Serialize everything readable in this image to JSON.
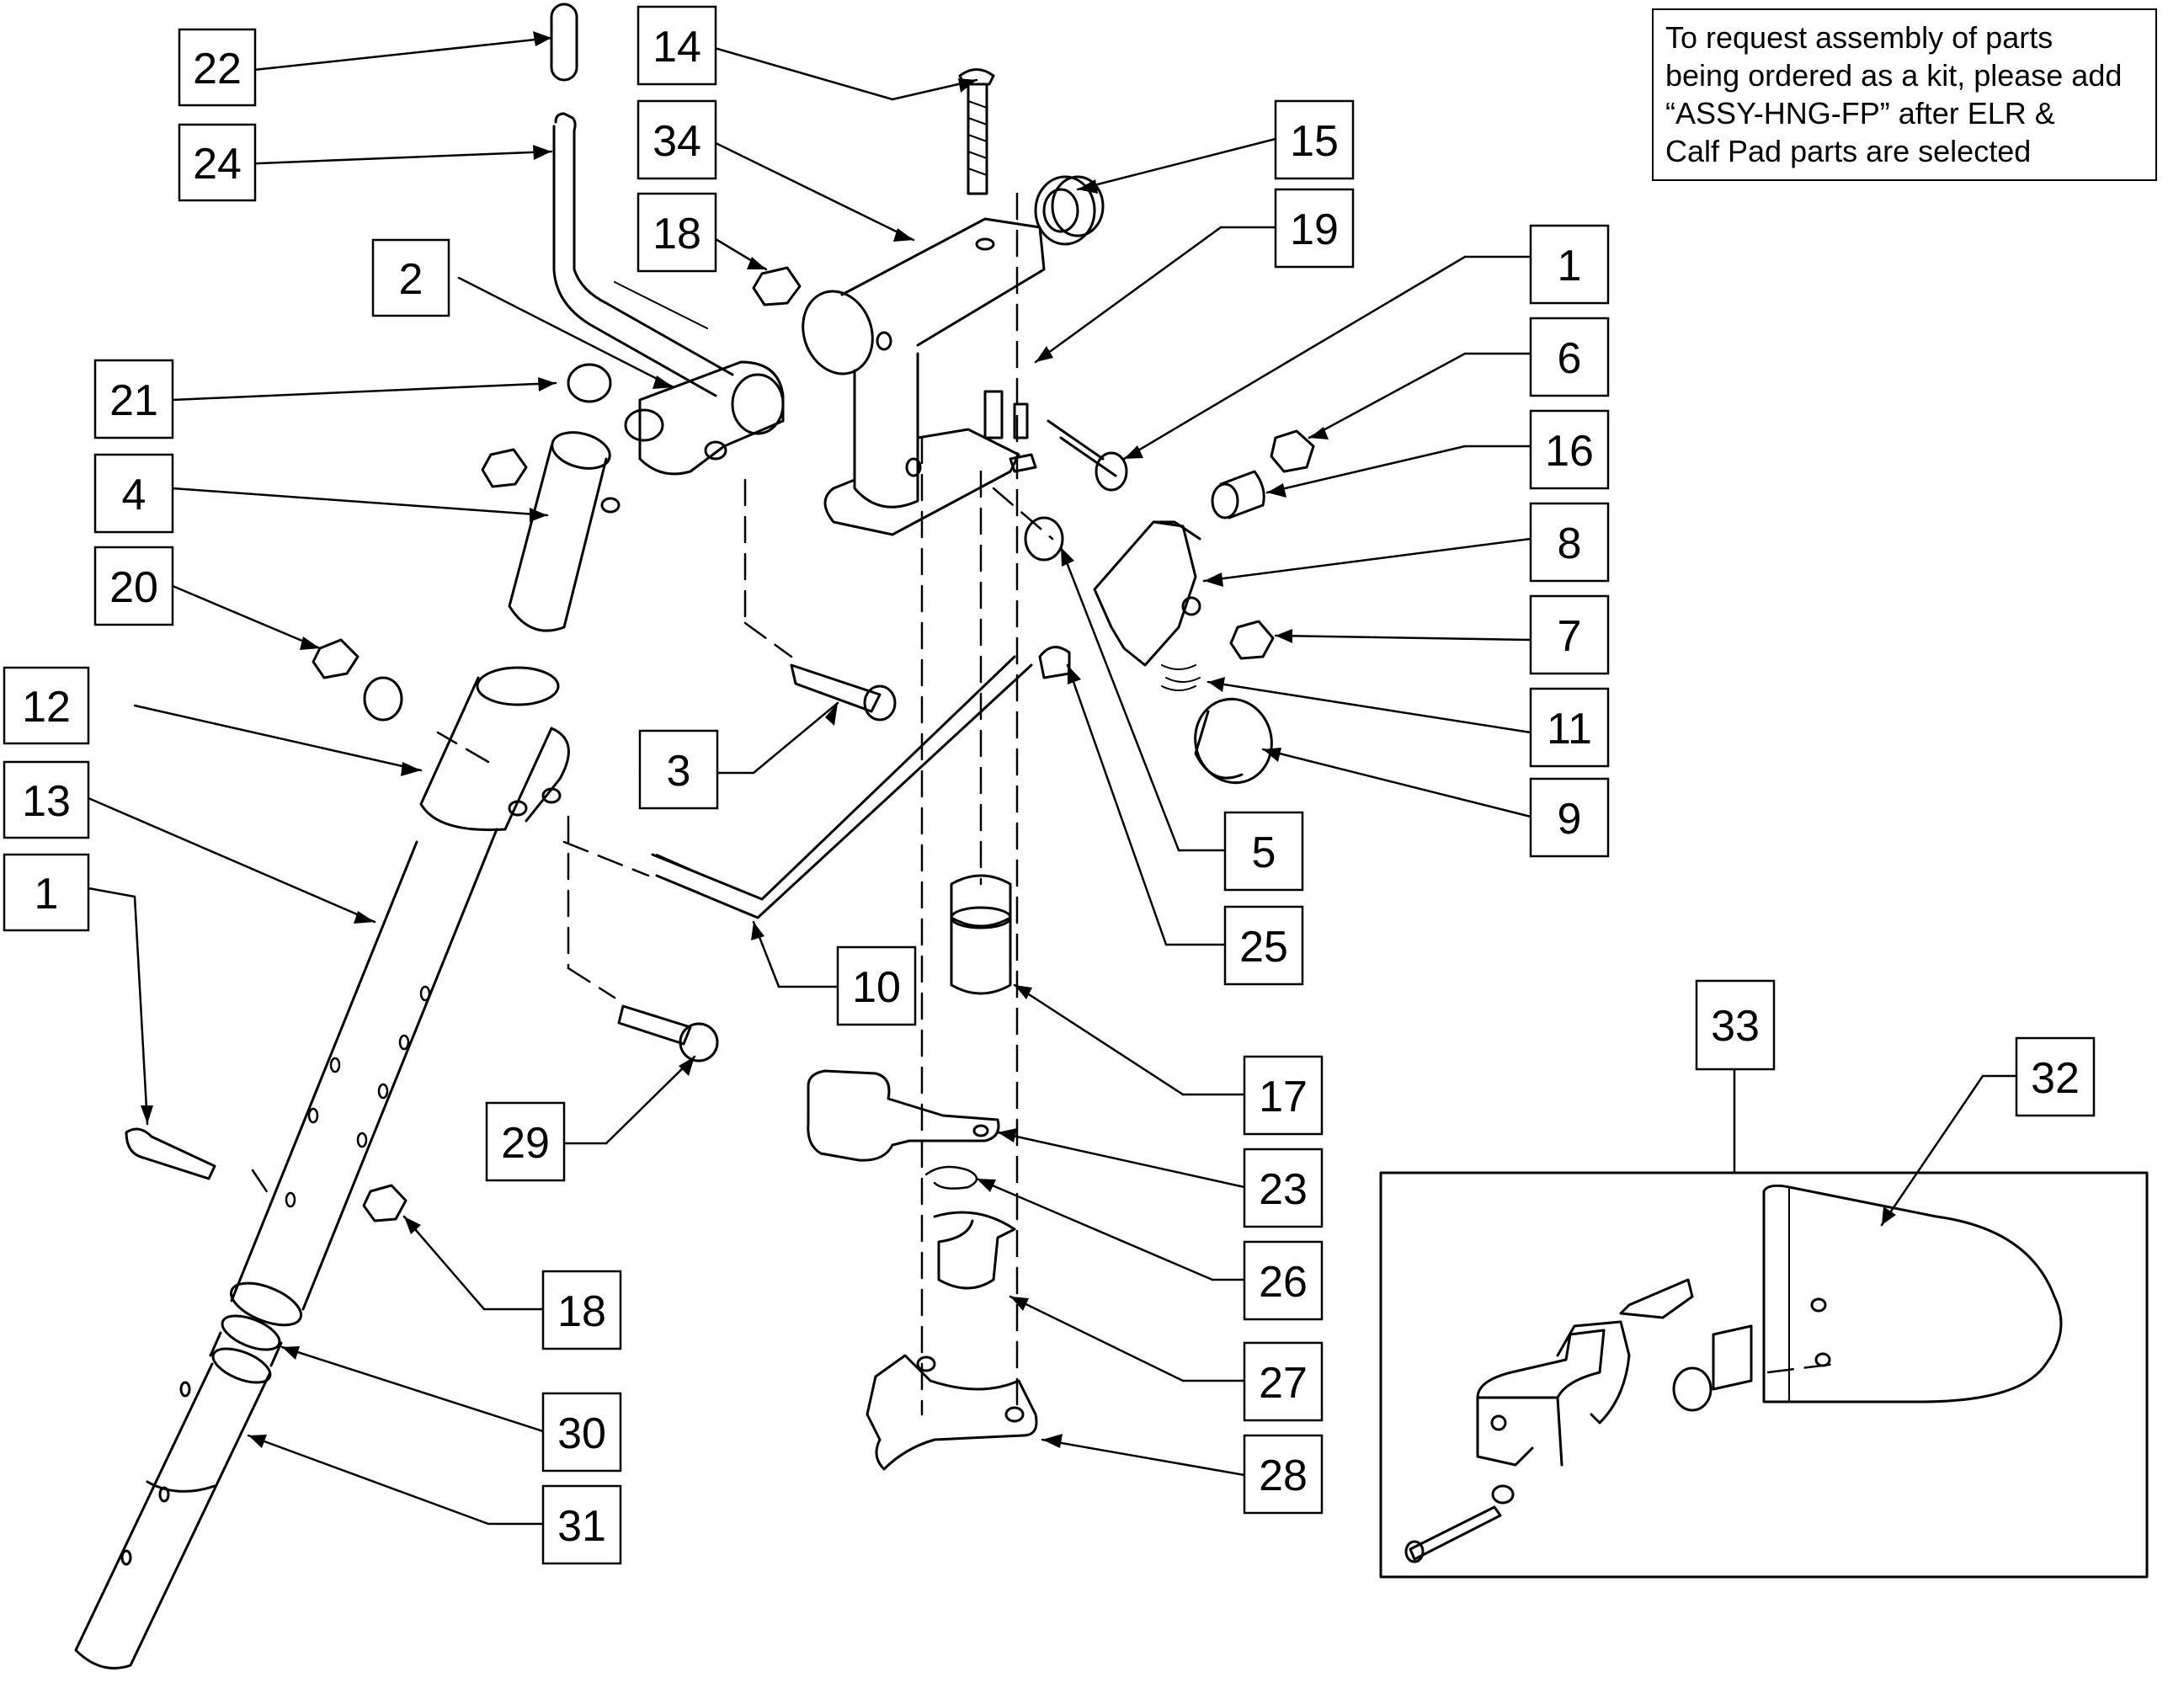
{
  "note": "To request assembly of parts\nbeing ordered as a kit, please add\n“ASSY-HNG-FP” after ELR &\nCalf Pad parts are selected",
  "callouts": [
    "22",
    "24",
    "2",
    "21",
    "4",
    "20",
    "12",
    "13",
    "1",
    "14",
    "34",
    "18",
    "15",
    "19",
    "1",
    "6",
    "16",
    "8",
    "7",
    "11",
    "9",
    "5",
    "25",
    "3",
    "10",
    "29",
    "18",
    "30",
    "31",
    "17",
    "23",
    "26",
    "27",
    "28",
    "33",
    "32"
  ]
}
